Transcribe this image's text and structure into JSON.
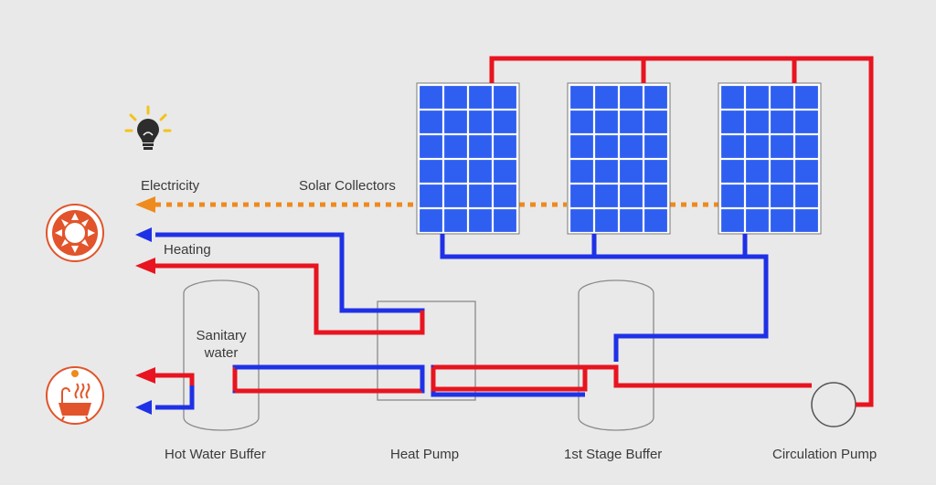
{
  "labels": {
    "electricity": "Electricity",
    "solar_collectors": "Solar Collectors",
    "heating": "Heating",
    "sanitary_water_line1": "Sanitary",
    "sanitary_water_line2": "water",
    "hot_water_buffer": "Hot Water Buffer",
    "heat_pump": "Heat Pump",
    "first_stage_buffer": "1st Stage Buffer",
    "circulation_pump": "Circulation Pump"
  },
  "icons": {
    "light": "light-bulb-icon",
    "heating": "sun-heating-icon",
    "water": "hot-bath-icon"
  },
  "colors": {
    "hot_pipe": "#e8141f",
    "cold_pipe": "#1f31e6",
    "electricity": "#ef8a1e",
    "panel": "#2f5ff0",
    "icon_accent": "#e2542b",
    "bulb_rays": "#f2c31a"
  }
}
